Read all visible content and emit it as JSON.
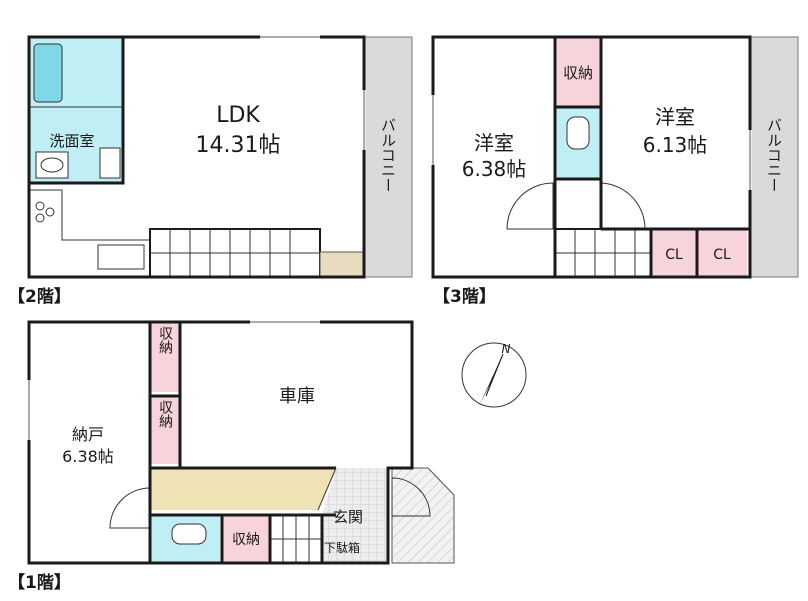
{
  "floors": {
    "floor2": "【2階】",
    "floor3": "【3階】",
    "floor1": "【1階】"
  },
  "rooms": {
    "ldk_name": "LDK",
    "ldk_size": "14.31帖",
    "washroom": "洗面室",
    "balcony2": "バルコニー",
    "west_room_name": "洋室",
    "west_room_size": "6.38帖",
    "east_room_name": "洋室",
    "east_room_size": "6.13帖",
    "storage3": "収納",
    "cl1": "CL",
    "cl2": "CL",
    "balcony3": "バルコニー",
    "storage1a": "収納",
    "storage1b": "収納",
    "garage": "車庫",
    "nando_name": "納戸",
    "nando_size": "6.38帖",
    "storage1c": "収納",
    "entrance": "玄関",
    "shoe_box": "下駄箱"
  },
  "compass": {
    "north_label": "N",
    "icon": "north-arrow-icon"
  },
  "colors": {
    "wet_area": "#bfeef5",
    "storage": "#f7d3dc",
    "hall": "#efe2b4",
    "balcony": "#dadada",
    "tile": "#e6e6e6",
    "wall": "#1a1a1a"
  }
}
